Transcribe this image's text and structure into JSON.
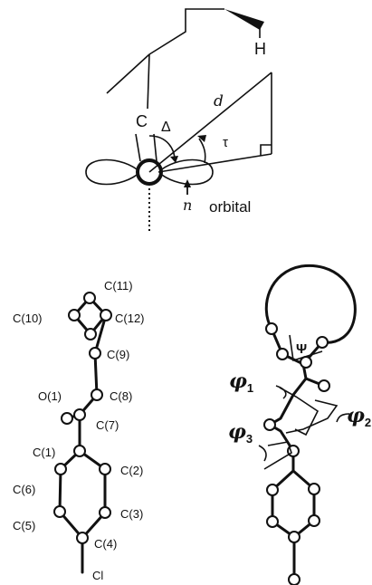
{
  "top_diagram": {
    "atom_c": "C",
    "atom_h": "H",
    "angle_delta": "Δ",
    "distance_d": "d",
    "angle_tau": "τ",
    "orbital_n": "n",
    "orbital_word": "orbital"
  },
  "molecule_left": {
    "labels": [
      "C(11)",
      "C(12)",
      "C(10)",
      "C(9)",
      "C(8)",
      "O(1)",
      "C(7)",
      "C(1)",
      "C(2)",
      "C(6)",
      "C(3)",
      "C(5)",
      "C(4)",
      "Cl"
    ]
  },
  "molecule_right": {
    "psi": "Ψ",
    "phi1_base": "φ",
    "phi1_sub": "1",
    "phi2_base": "φ",
    "phi2_sub": "2",
    "phi3_base": "φ",
    "phi3_sub": "3"
  }
}
